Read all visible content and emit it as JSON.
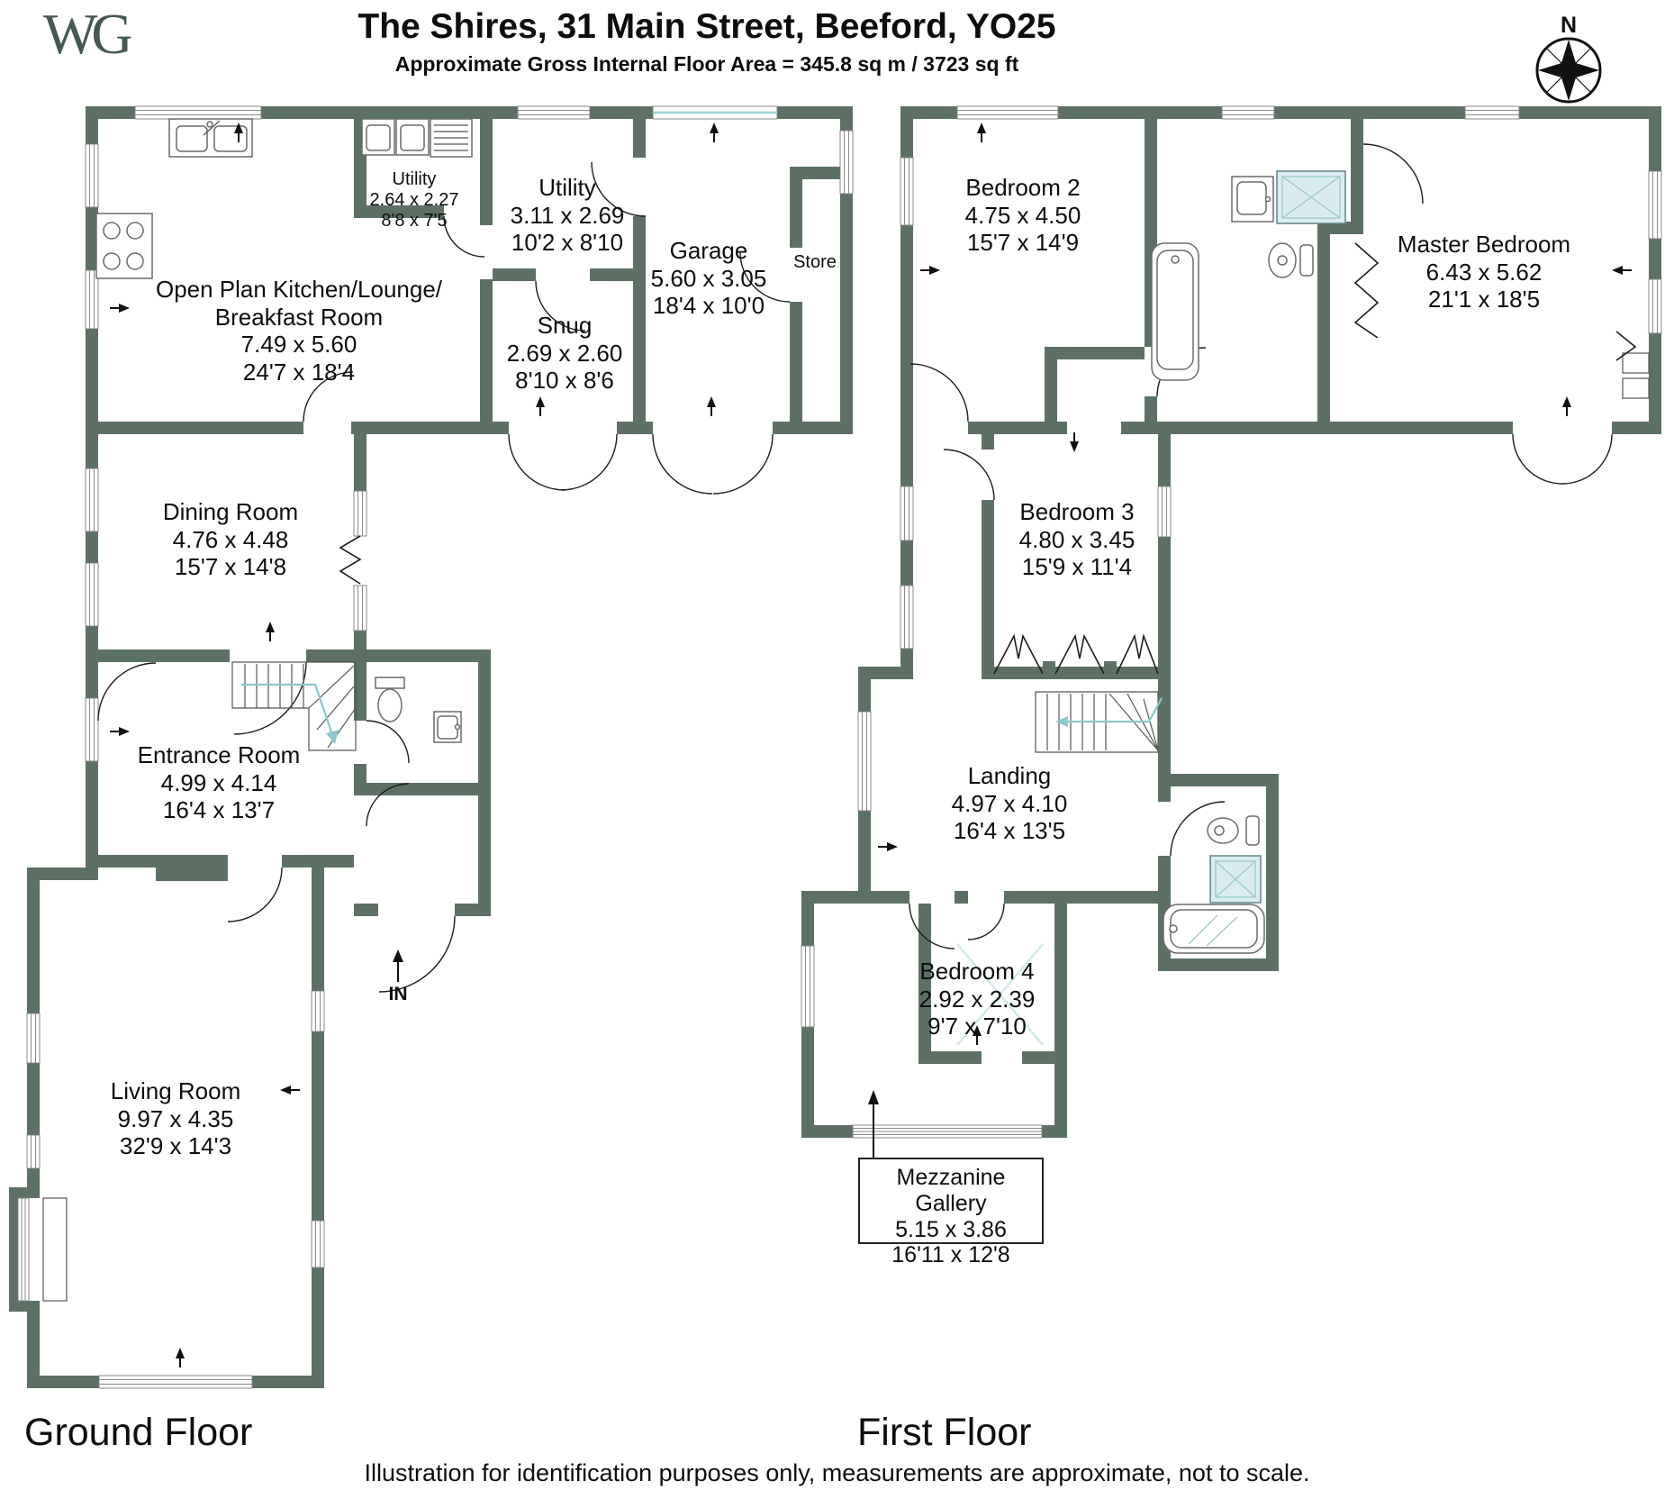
{
  "header": {
    "logo_text": "WG",
    "title": "The Shires, 31 Main Street, Beeford, YO25",
    "subtitle": "Approximate Gross Internal Floor Area = 345.8 sq m / 3723 sq ft",
    "compass_north_label": "N"
  },
  "ground_floor": {
    "floor_label": "Ground Floor",
    "entry_label": "IN",
    "rooms": {
      "kitchen": {
        "name_line1": "Open Plan Kitchen/Lounge/",
        "name_line2": "Breakfast Room",
        "metric": "7.49 x 5.60",
        "imperial": "24'7 x 18'4"
      },
      "utility_small": {
        "name": "Utility",
        "metric": "2.64 x 2.27",
        "imperial": "8'8 x 7'5"
      },
      "utility": {
        "name": "Utility",
        "metric": "3.11 x 2.69",
        "imperial": "10'2 x 8'10"
      },
      "snug": {
        "name": "Snug",
        "metric": "2.69 x 2.60",
        "imperial": "8'10 x 8'6"
      },
      "garage": {
        "name": "Garage",
        "metric": "5.60 x 3.05",
        "imperial": "18'4 x 10'0"
      },
      "store": {
        "name": "Store"
      },
      "dining": {
        "name": "Dining Room",
        "metric": "4.76 x 4.48",
        "imperial": "15'7 x 14'8"
      },
      "entrance": {
        "name": "Entrance Room",
        "metric": "4.99 x 4.14",
        "imperial": "16'4 x 13'7"
      },
      "living": {
        "name": "Living Room",
        "metric": "9.97 x 4.35",
        "imperial": "32'9 x 14'3"
      }
    }
  },
  "first_floor": {
    "floor_label": "First Floor",
    "rooms": {
      "bedroom2": {
        "name": "Bedroom 2",
        "metric": "4.75 x 4.50",
        "imperial": "15'7 x 14'9"
      },
      "master": {
        "name": "Master Bedroom",
        "metric": "6.43 x 5.62",
        "imperial": "21'1 x 18'5"
      },
      "bedroom3": {
        "name": "Bedroom 3",
        "metric": "4.80 x 3.45",
        "imperial": "15'9 x 11'4"
      },
      "landing": {
        "name": "Landing",
        "metric": "4.97 x 4.10",
        "imperial": "16'4 x 13'5"
      },
      "bedroom4": {
        "name": "Bedroom 4",
        "metric": "2.92 x 2.39",
        "imperial": "9'7 x 7'10"
      },
      "mezzanine": {
        "name": "Mezzanine Gallery",
        "metric": "5.15 x 3.86",
        "imperial": "16'11 x 12'8"
      }
    }
  },
  "footer": {
    "disclaimer": "Illustration for identification purposes only, measurements are approximate, not to scale."
  },
  "colors": {
    "wall": "#5c7164",
    "fixture_accent": "#d9edef",
    "stair_accent": "#8cc8cc"
  }
}
